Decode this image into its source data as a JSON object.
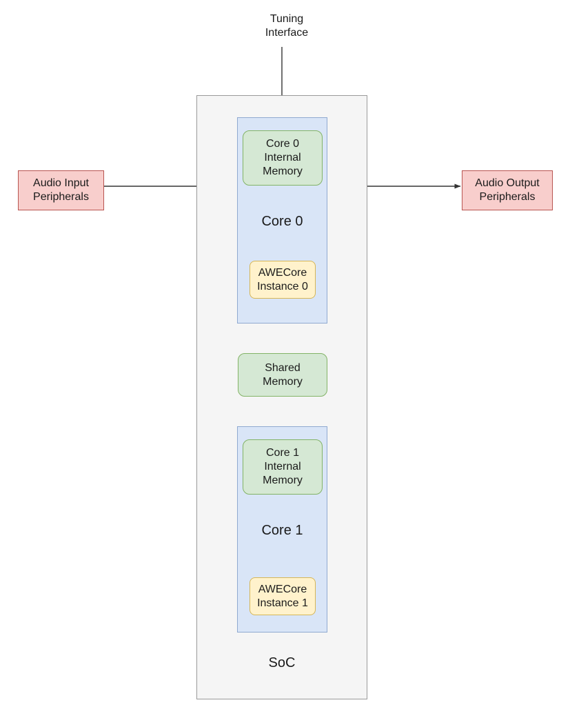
{
  "diagram": {
    "title": "SoC dual-core AWECore audio architecture",
    "colors": {
      "core_fill": "#d9e5f7",
      "core_stroke": "#8fa9d0",
      "memory_fill": "#d5e8d4",
      "memory_stroke": "#82b366",
      "awecore_fill": "#fff2cc",
      "awecore_stroke": "#d6b656",
      "peripheral_fill": "#f8cecc",
      "peripheral_stroke": "#b85450",
      "container_fill": "#f5f5f5",
      "container_stroke": "#999999",
      "edge_stroke": "#333333"
    },
    "container": {
      "label": "SoC"
    },
    "tuning": {
      "label": "Tuning\nInterface",
      "line1": "Tuning",
      "line2": "Interface"
    },
    "cores": [
      {
        "label": "Core 0",
        "memory": "Core 0\nInternal\nMemory",
        "memory_line1": "Core 0",
        "memory_line2": "Internal",
        "memory_line3": "Memory",
        "awecore": "AWECore\nInstance 0",
        "awecore_line1": "AWECore",
        "awecore_line2": "Instance 0"
      },
      {
        "label": "Core 1",
        "memory": "Core 1\nInternal\nMemory",
        "memory_line1": "Core 1",
        "memory_line2": "Internal",
        "memory_line3": "Memory",
        "awecore": "AWECore\nInstance 1",
        "awecore_line1": "AWECore",
        "awecore_line2": "Instance 1"
      }
    ],
    "shared_memory": {
      "label": "Shared\nMemory",
      "line1": "Shared",
      "line2": "Memory"
    },
    "peripherals": {
      "input": {
        "label": "Audio Input\nPeripherals",
        "line1": "Audio Input",
        "line2": "Peripherals"
      },
      "output": {
        "label": "Audio Output\nPeripherals",
        "line1": "Audio Output",
        "line2": "Peripherals"
      }
    },
    "edges": [
      {
        "name": "tuning-to-core0",
        "from": "Tuning Interface",
        "to": "Core 0",
        "arrow": "single"
      },
      {
        "name": "audio-input-to-core0",
        "from": "Audio Input Peripherals",
        "to": "Core 0",
        "arrow": "single"
      },
      {
        "name": "core0-to-audio-output",
        "from": "Core 0",
        "to": "Audio Output Peripherals",
        "arrow": "single"
      },
      {
        "name": "core0-to-shared-memory",
        "from": "Core 0",
        "to": "Shared Memory",
        "arrow": "double"
      },
      {
        "name": "shared-memory-to-core1",
        "from": "Shared Memory",
        "to": "Core 1",
        "arrow": "double"
      }
    ]
  }
}
